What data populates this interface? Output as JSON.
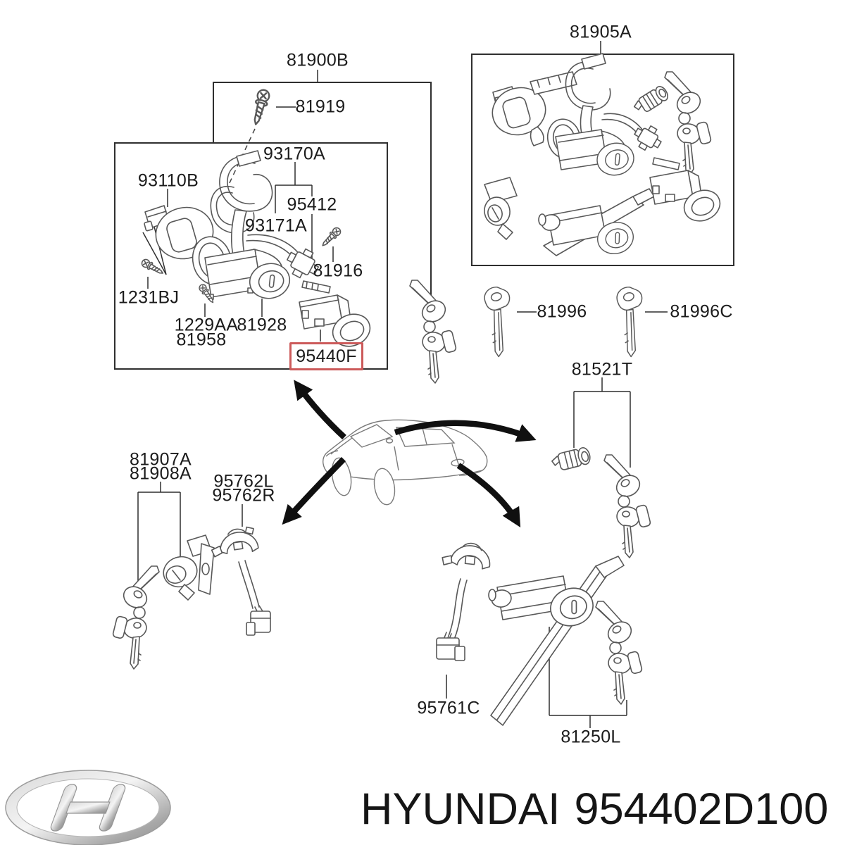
{
  "page": {
    "background": "#ffffff"
  },
  "footer": {
    "brand": "HYUNDAI",
    "part_number": "954402D100",
    "brand_logo_icon": "hyundai-logo-icon"
  },
  "highlight": {
    "part": "95440F",
    "color": "#cc5a5a"
  },
  "labels": {
    "p81900B": "81900B",
    "p81919": "81919",
    "p93170A": "93170A",
    "p93110B": "93110B",
    "p95412": "95412",
    "p93171A": "93171A",
    "p81916": "81916",
    "p1231BJ": "1231BJ",
    "p1229AA": "1229AA",
    "p81958": "81958",
    "p81928": "81928",
    "p95440F": "95440F",
    "p81905A": "81905A",
    "p81996": "81996",
    "p81996C": "81996C",
    "p81521T": "81521T",
    "p81907A": "81907A",
    "p81908A": "81908A",
    "p95762L": "95762L",
    "p95762R": "95762R",
    "p95761C": "95761C",
    "p81250L": "81250L"
  }
}
